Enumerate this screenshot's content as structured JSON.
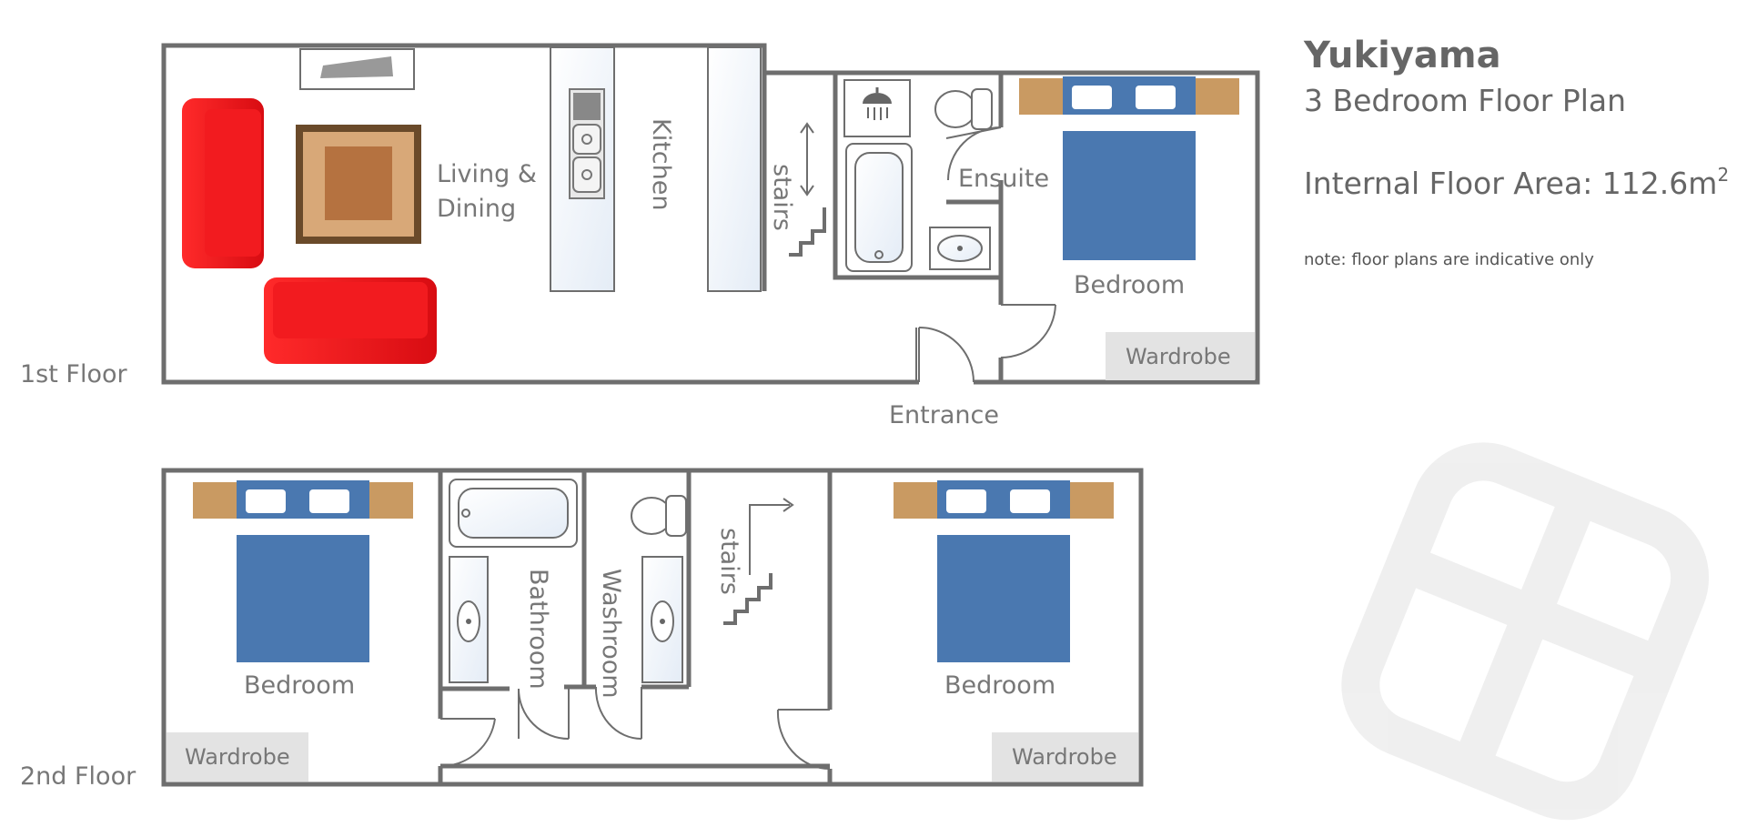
{
  "title": "Yukiyama",
  "subtitle": "3 Bedroom Floor Plan",
  "floor_area_label": "Internal Floor Area: 112.6m",
  "floor_area_superscript": "2",
  "note": "note: floor plans are indicative only",
  "floors": {
    "first": {
      "label": "1st Floor",
      "rooms": {
        "living_line1": "Living &",
        "living_line2": "Dining",
        "kitchen": "Kitchen",
        "stairs": "stairs",
        "ensuite": "Ensuite",
        "bedroom": "Bedroom",
        "wardrobe": "Wardrobe",
        "entrance": "Entrance"
      }
    },
    "second": {
      "label": "2nd Floor",
      "rooms": {
        "bedroom_left": "Bedroom",
        "wardrobe_left": "Wardrobe",
        "bathroom": "Bathroom",
        "washroom": "Washroom",
        "stairs": "stairs",
        "bedroom_right": "Bedroom",
        "wardrobe_right": "Wardrobe"
      }
    }
  },
  "colors": {
    "sofa": "#e8121a",
    "bed_blue": "#4a78b0",
    "bed_nightstand": "#c99a62",
    "rug_outer": "#6a4a2a",
    "rug_mid": "#d8a878",
    "rug_inner": "#b57240",
    "wall": "#6e6e6e",
    "wardrobe": "#e3e3e3"
  },
  "icons": [
    "tv-icon",
    "sofa-icon",
    "rug-icon",
    "sink-icon",
    "stove-icon",
    "shower-icon",
    "toilet-icon",
    "bathtub-icon",
    "bed-icon",
    "stairs-icon",
    "door-icon",
    "watermark-logo"
  ]
}
